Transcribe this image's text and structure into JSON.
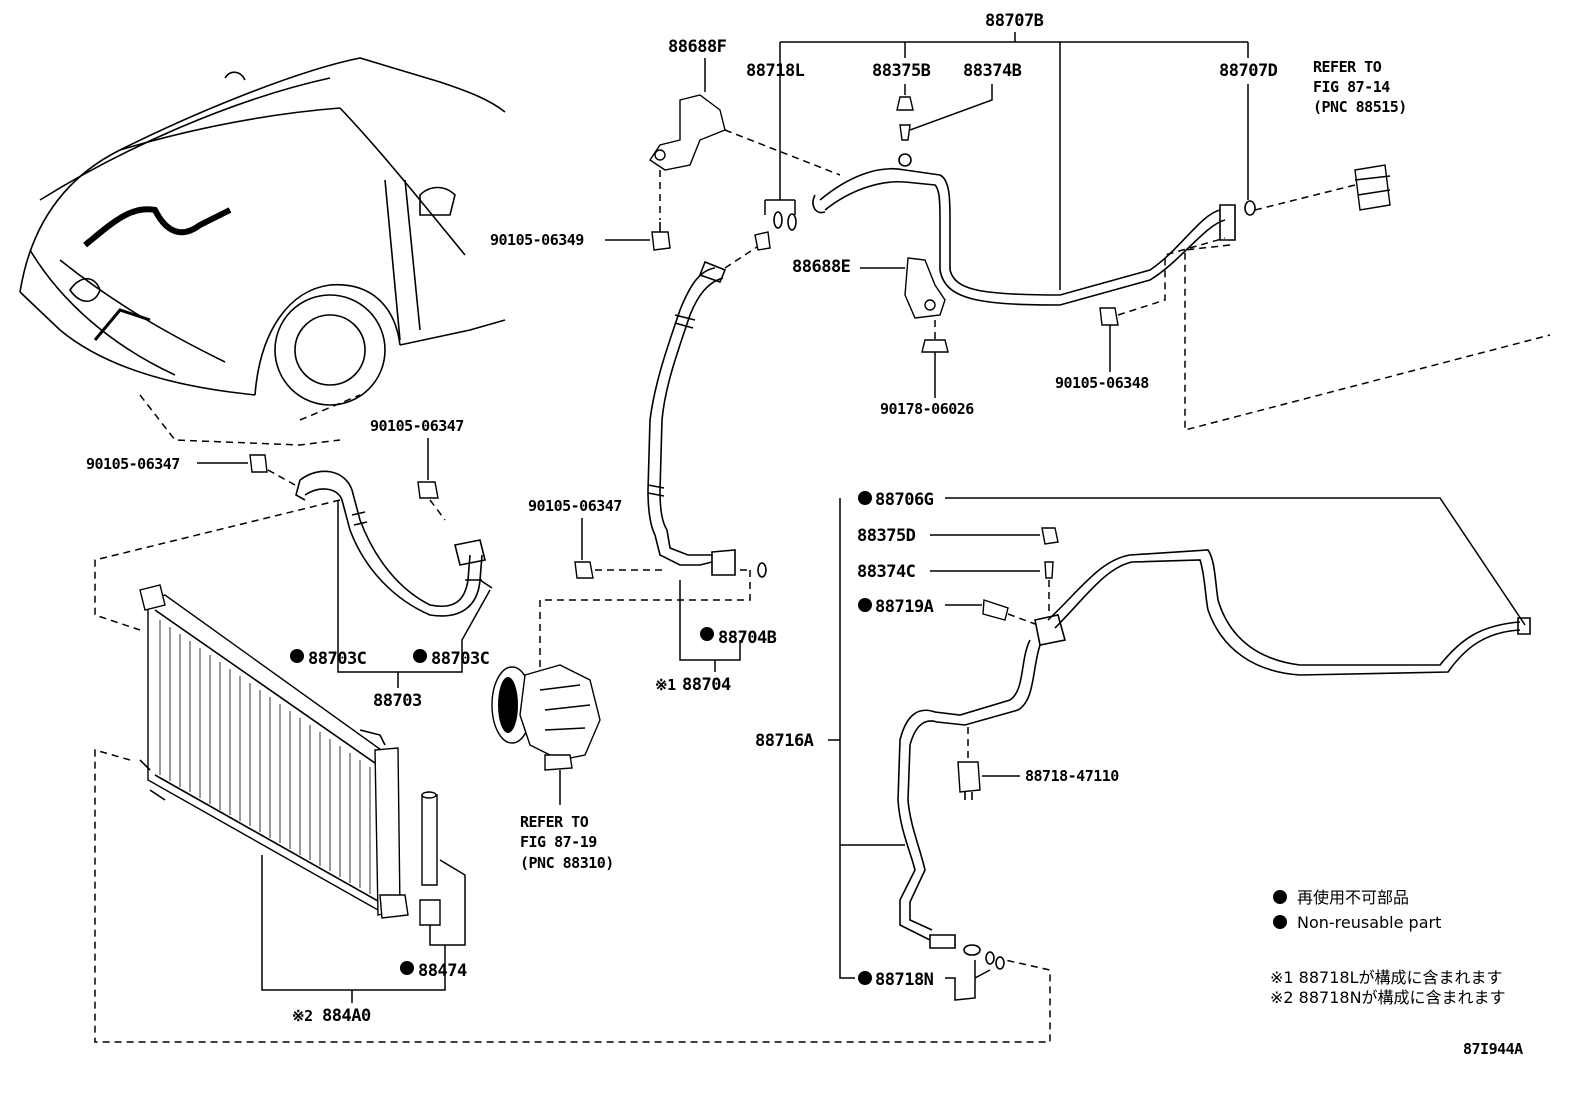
{
  "labels": {
    "p88707B": "88707B",
    "p88688F": "88688F",
    "p88718L": "88718L",
    "p88375B": "88375B",
    "p88374B": "88374B",
    "p88707D": "88707D",
    "p90105_06349": "90105-06349",
    "p88688E": "88688E",
    "p90178_06026": "90178-06026",
    "p90105_06348": "90105-06348",
    "p90105_06347_a": "90105-06347",
    "p90105_06347_b": "90105-06347",
    "p90105_06347_c": "90105-06347",
    "p88703C_a": "88703C",
    "p88703C_b": "88703C",
    "p88703": "88703",
    "p88704B": "88704B",
    "p88704": "88704",
    "p88706G": "88706G",
    "p88375D": "88375D",
    "p88374C": "88374C",
    "p88719A": "88719A",
    "p88716A": "88716A",
    "p88718_47110": "88718-47110",
    "p88718N": "88718N",
    "p88474": "88474",
    "p884A0": "884A0"
  },
  "marks": {
    "note1": "※1",
    "note2": "※2"
  },
  "refers": {
    "refer1_line1": "REFER TO",
    "refer1_line2": "FIG 87-14",
    "refer1_line3": "(PNC 88515)",
    "refer2_line1": "REFER TO",
    "refer2_line2": "FIG 87-19",
    "refer2_line3": "(PNC 88310)"
  },
  "legend": {
    "jp": "再使用不可部品",
    "en": "Non-reusable part",
    "note1": "※1 88718Lが構成に含まれます",
    "note2": "※2 88718Nが構成に含まれます"
  },
  "figure_id": "87I944A"
}
